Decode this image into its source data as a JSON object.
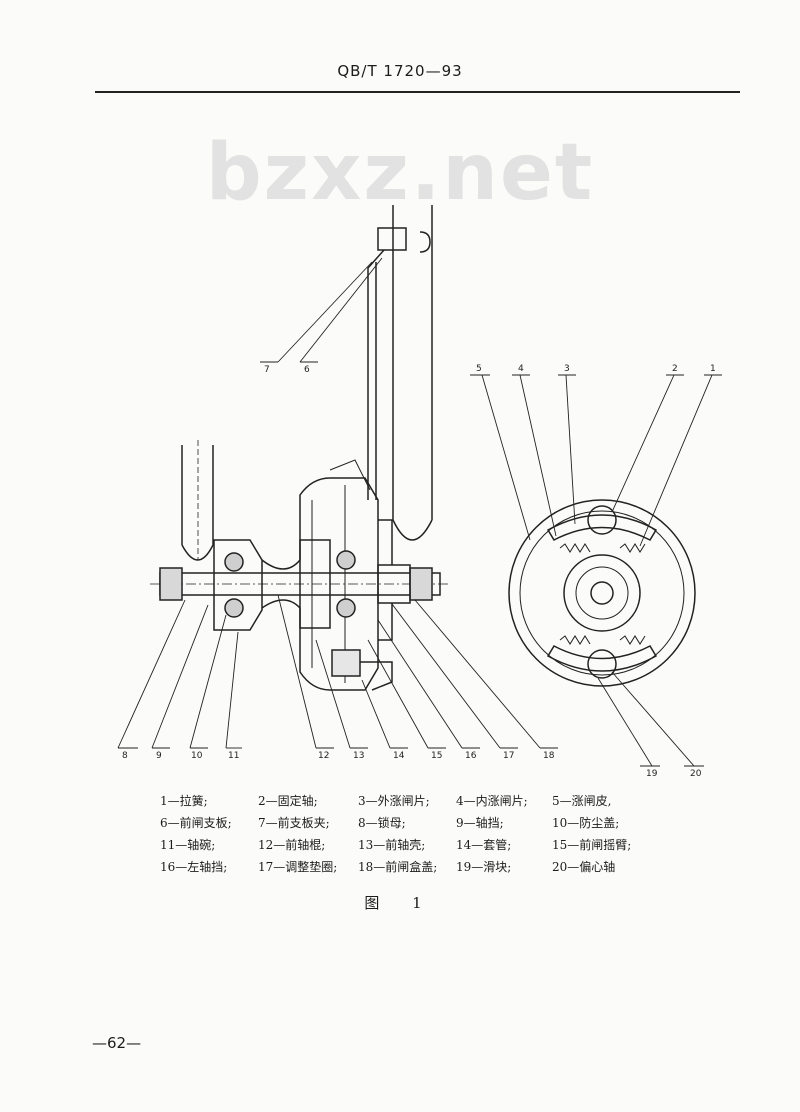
{
  "header": {
    "standard_code": "QB/T 1720—93"
  },
  "watermark": "bzxz.net",
  "callouts": [
    "1",
    "2",
    "3",
    "4",
    "5",
    "6",
    "7",
    "8",
    "9",
    "10",
    "11",
    "12",
    "13",
    "14",
    "15",
    "16",
    "17",
    "18",
    "19",
    "20"
  ],
  "legend": [
    "1—拉簧;",
    "2—固定轴;",
    "3—外涨闸片;",
    "4—内涨闸片;",
    "5—涨闸皮,",
    "6—前闸支板;",
    "7—前支板夹;",
    "8—锁母;",
    "9—轴挡;",
    "10—防尘盖;",
    "11—轴碗;",
    "12—前轴棍;",
    "13—前轴壳;",
    "14—套管;",
    "15—前闸摇臂;",
    "16—左轴挡;",
    "17—调整垫圈;",
    "18—前闸盒盖;",
    "19—滑块;",
    "20—偏心轴"
  ],
  "caption": "图 1",
  "page_number": "—62—"
}
